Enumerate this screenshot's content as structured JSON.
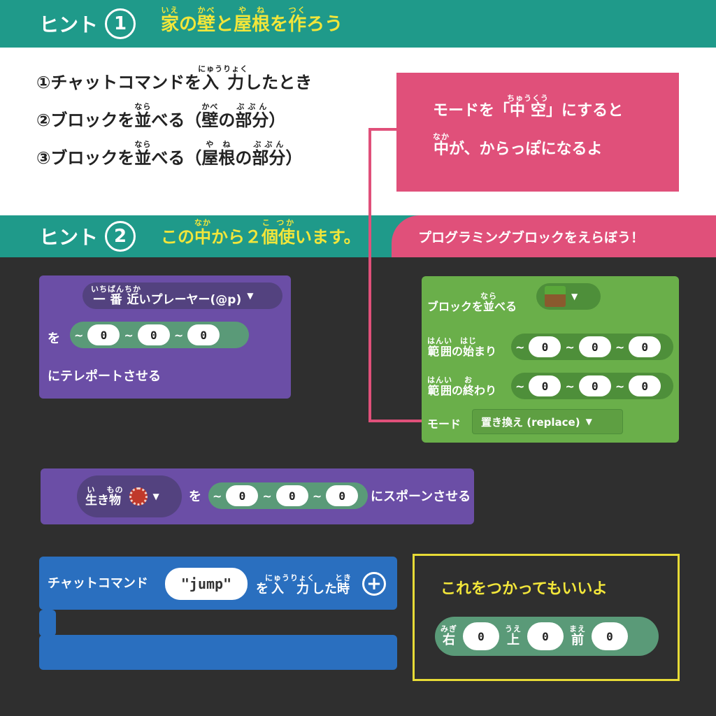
{
  "hint1": {
    "label": "ヒント",
    "num": "1",
    "title": "家の壁と屋根を作ろう",
    "ruby": [
      "いえ",
      "かべ",
      "やね",
      "つく"
    ]
  },
  "steps": [
    {
      "num": "①",
      "pre": "チャットコマンドを",
      "rb": "入力",
      "rt": "にゅうりょく",
      "post": "したとき"
    },
    {
      "num": "②",
      "pre": "ブロックを",
      "rb": "並",
      "rt": "なら",
      "mid": "べる（",
      "rb2": "壁",
      "rt2": "かべ",
      "mid2": "の",
      "rb3": "部分",
      "rt3": "ぶぶん",
      "post": "）"
    },
    {
      "num": "③",
      "pre": "ブロックを",
      "rb": "並",
      "rt": "なら",
      "mid": "べる（",
      "rb2": "屋根",
      "rt2": "やね",
      "mid2": "の",
      "rb3": "部分",
      "rt3": "ぶぶん",
      "post": "）"
    }
  ],
  "callout": {
    "line1_pre": "モードを「",
    "line1_rb": "中空",
    "line1_rt": "ちゅうくう",
    "line1_post": "」にすると",
    "line2_rb": "中",
    "line2_rt": "なか",
    "line2_post": "が、からっぽになるよ"
  },
  "hint2": {
    "label": "ヒント",
    "num": "2",
    "pre": "この",
    "rb": "中",
    "rt": "なか",
    "mid": "から２",
    "rb2": "個使",
    "rt2": "こ つか",
    "post": "います。"
  },
  "pinkbar": "プログラミングブロックをえらぼう！",
  "teleport": {
    "target_rb": "一番近",
    "target_rt": "いちばんちか",
    "target_post": "いプレーヤー(@p)",
    "wo": "を",
    "vals": [
      "0",
      "0",
      "0"
    ],
    "tilde": "~",
    "action": "にテレポートさせる"
  },
  "fill": {
    "pre": "ブロックを",
    "rb": "並",
    "rt": "なら",
    "post": "べる",
    "start_rb": "範囲",
    "start_rt": "はんい",
    "start_mid": "の",
    "start_rb2": "始",
    "start_rt2": "はじ",
    "start_post": "まり",
    "end_rb": "範囲",
    "end_rt": "はんい",
    "end_mid": "の",
    "end_rb2": "終",
    "end_rt2": "お",
    "end_post": "わり",
    "start_vals": [
      "0",
      "0",
      "0"
    ],
    "end_vals": [
      "0",
      "0",
      "0"
    ],
    "mode_label": "モード",
    "mode_value": "置き換え (replace)"
  },
  "spawn": {
    "rb": "生",
    "rt": "い",
    "mid": "き",
    "rb2": "物",
    "rt2": "もの",
    "wo": "を",
    "vals": [
      "0",
      "0",
      "0"
    ],
    "action": "にスポーンさせる"
  },
  "chat": {
    "label": "チャットコマンド",
    "command": "\"jump\"",
    "post_pre": "を",
    "rb": "入力",
    "rt": "にゅうりょく",
    "mid": "した",
    "rb2": "時",
    "rt2": "とき"
  },
  "yellow": {
    "title": "これをつかってもいいよ",
    "r1_rb": "右",
    "r1_rt": "みぎ",
    "r2_rb": "上",
    "r2_rt": "うえ",
    "r3_rb": "前",
    "r3_rt": "まえ",
    "vals": [
      "0",
      "0",
      "0"
    ]
  },
  "colors": {
    "teal": "#1f9a8a",
    "pink": "#e0507a",
    "purple": "#6b4ea6",
    "green": "#6aaf4a",
    "blue": "#2a6fbf",
    "yellow": "#f2e63a"
  }
}
